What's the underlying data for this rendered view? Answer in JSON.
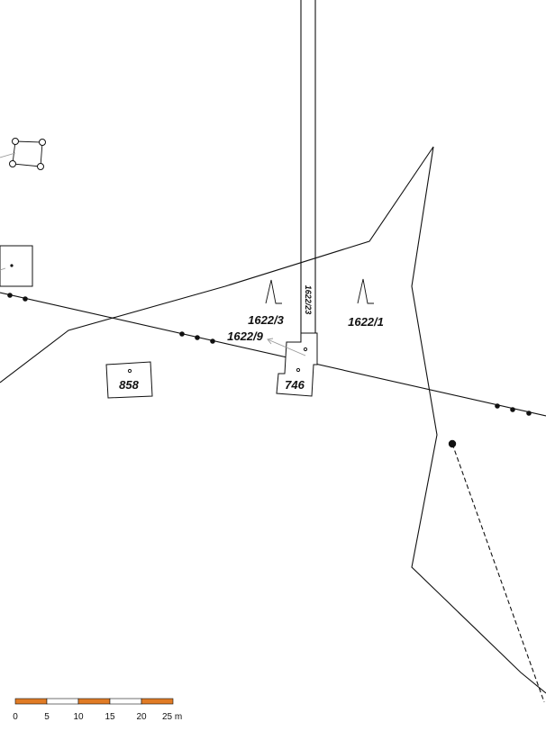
{
  "map": {
    "parcels": {
      "p1622_3": "1622/3",
      "p1622_9": "1622/9",
      "p1622_1": "1622/1",
      "p1622_23": "1622/23"
    },
    "buildings": {
      "b858": "858",
      "b746": "746"
    }
  },
  "scale_bar": {
    "ticks": [
      "0",
      "5",
      "10",
      "15",
      "20",
      "25 m"
    ],
    "colors": {
      "filled": "#e07b25",
      "empty": "#ffffff"
    }
  }
}
